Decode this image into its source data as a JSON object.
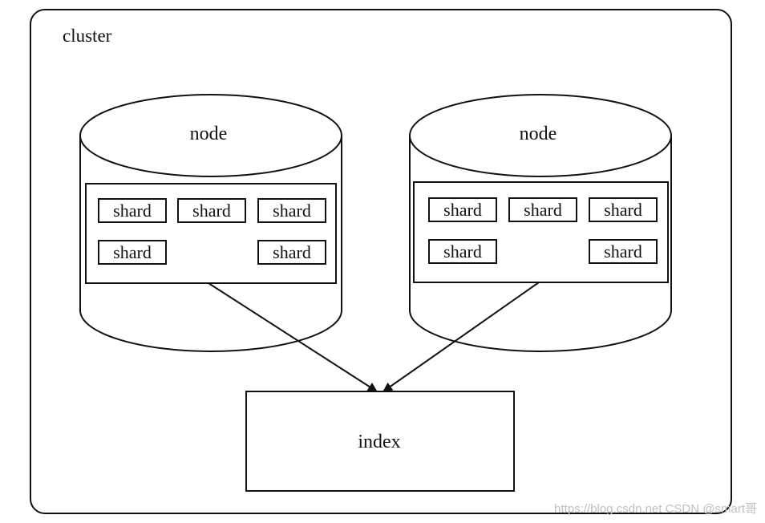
{
  "cluster": {
    "label": "cluster",
    "nodes": [
      {
        "label": "node",
        "shards": [
          "shard",
          "shard",
          "shard",
          "shard",
          "shard"
        ]
      },
      {
        "label": "node",
        "shards": [
          "shard",
          "shard",
          "shard",
          "shard",
          "shard"
        ]
      }
    ],
    "index": {
      "label": "index"
    }
  },
  "watermark": "https://blog.csdn.net CSDN @smart哥"
}
